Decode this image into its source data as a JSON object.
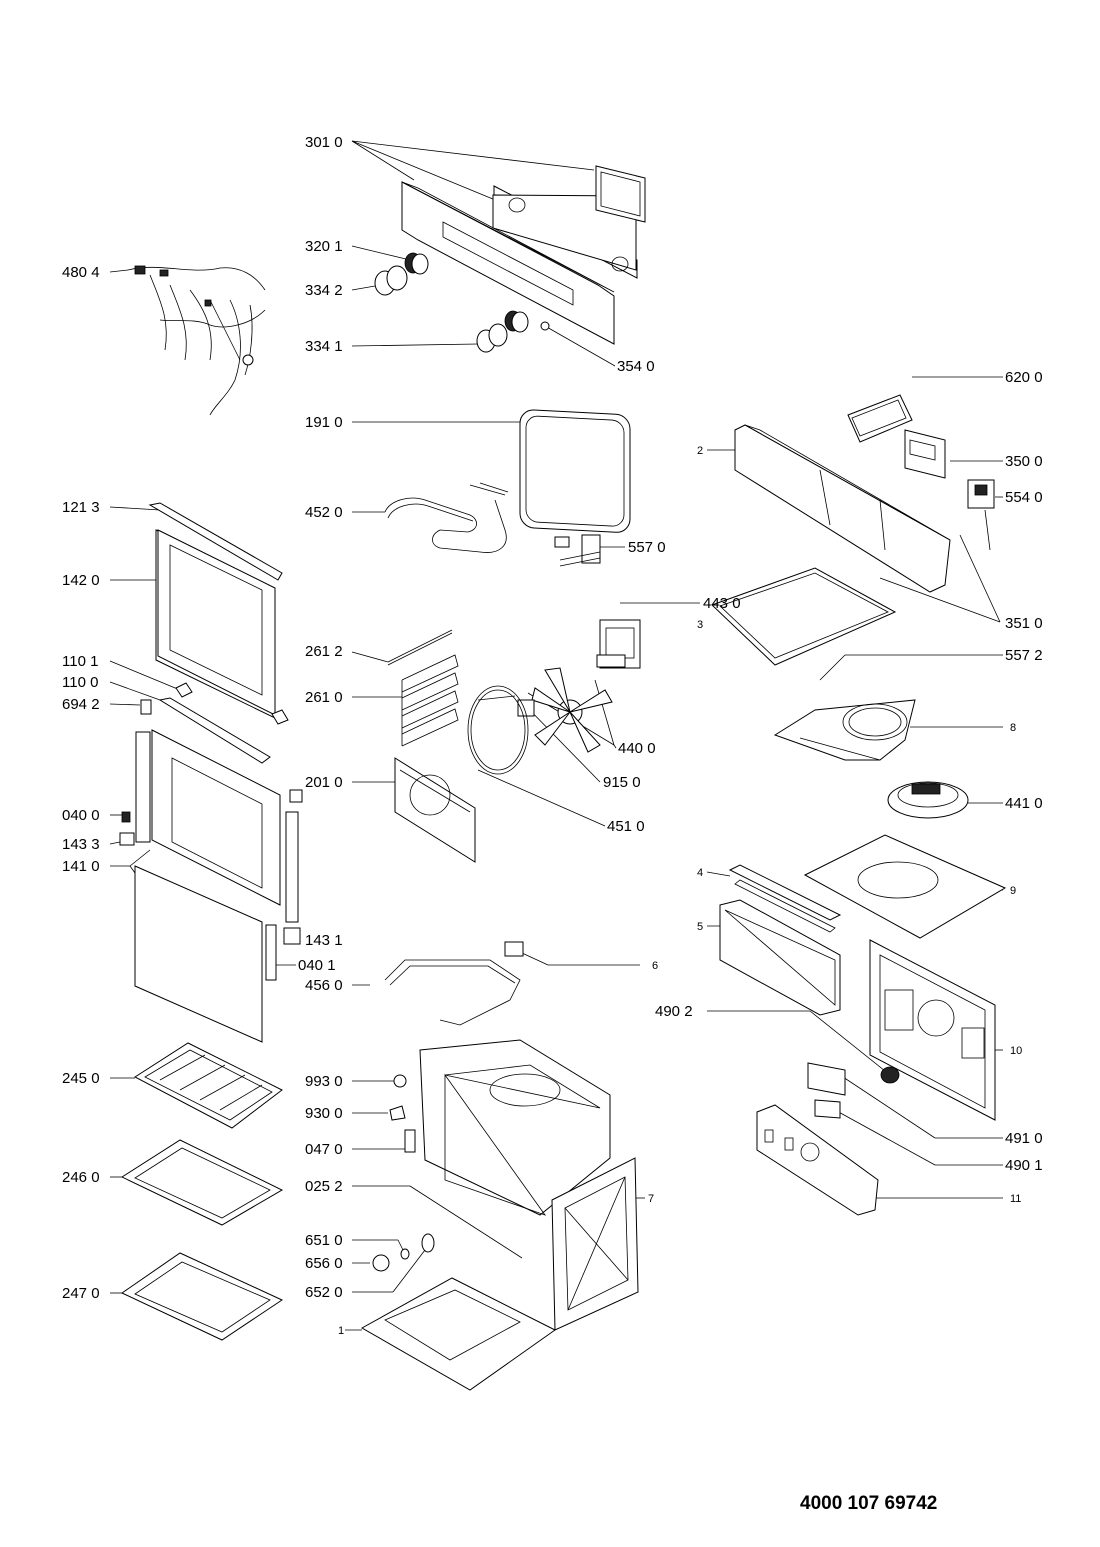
{
  "document_number": "4000 107 69742",
  "labels": [
    {
      "id": "p3010",
      "text": "301 0"
    },
    {
      "id": "p3201",
      "text": "320 1"
    },
    {
      "id": "p3342",
      "text": "334 2"
    },
    {
      "id": "p3341",
      "text": "334 1"
    },
    {
      "id": "p3540",
      "text": "354 0"
    },
    {
      "id": "p4804",
      "text": "480 4"
    },
    {
      "id": "p1910",
      "text": "191 0"
    },
    {
      "id": "p6200",
      "text": "620 0"
    },
    {
      "id": "p2",
      "text": "2"
    },
    {
      "id": "p3500",
      "text": "350 0"
    },
    {
      "id": "p5540",
      "text": "554 0"
    },
    {
      "id": "p1213",
      "text": "121 3"
    },
    {
      "id": "p4520",
      "text": "452 0"
    },
    {
      "id": "p5570",
      "text": "557 0"
    },
    {
      "id": "p1420",
      "text": "142 0"
    },
    {
      "id": "p4430",
      "text": "443 0"
    },
    {
      "id": "p3",
      "text": "3"
    },
    {
      "id": "p3510",
      "text": "351 0"
    },
    {
      "id": "p2612",
      "text": "261 2"
    },
    {
      "id": "p5572",
      "text": "557 2"
    },
    {
      "id": "p1101",
      "text": "110 1"
    },
    {
      "id": "p1100",
      "text": "110 0"
    },
    {
      "id": "p2610",
      "text": "261 0"
    },
    {
      "id": "p6942",
      "text": "694 2"
    },
    {
      "id": "p8",
      "text": "8"
    },
    {
      "id": "p4400",
      "text": "440 0"
    },
    {
      "id": "p2010",
      "text": "201 0"
    },
    {
      "id": "p9150",
      "text": "915 0"
    },
    {
      "id": "p4410",
      "text": "441 0"
    },
    {
      "id": "p0400",
      "text": "040 0"
    },
    {
      "id": "p4510",
      "text": "451 0"
    },
    {
      "id": "p1433",
      "text": "143 3"
    },
    {
      "id": "p1410",
      "text": "141 0"
    },
    {
      "id": "p4",
      "text": "4"
    },
    {
      "id": "p9",
      "text": "9"
    },
    {
      "id": "p5",
      "text": "5"
    },
    {
      "id": "p1431",
      "text": "143 1"
    },
    {
      "id": "p0401",
      "text": "040 1"
    },
    {
      "id": "p6",
      "text": "6"
    },
    {
      "id": "p4560",
      "text": "456 0"
    },
    {
      "id": "p4902",
      "text": "490 2"
    },
    {
      "id": "p10",
      "text": "10"
    },
    {
      "id": "p2450",
      "text": "245 0"
    },
    {
      "id": "p9930",
      "text": "993 0"
    },
    {
      "id": "p9300",
      "text": "930 0"
    },
    {
      "id": "p4910",
      "text": "491 0"
    },
    {
      "id": "p0470",
      "text": "047 0"
    },
    {
      "id": "p4901",
      "text": "490 1"
    },
    {
      "id": "p2460",
      "text": "246 0"
    },
    {
      "id": "p0252",
      "text": "025 2"
    },
    {
      "id": "p7",
      "text": "7"
    },
    {
      "id": "p11",
      "text": "11"
    },
    {
      "id": "p6510",
      "text": "651 0"
    },
    {
      "id": "p6560",
      "text": "656 0"
    },
    {
      "id": "p6520",
      "text": "652 0"
    },
    {
      "id": "p2470",
      "text": "247 0"
    },
    {
      "id": "p1",
      "text": "1"
    }
  ]
}
